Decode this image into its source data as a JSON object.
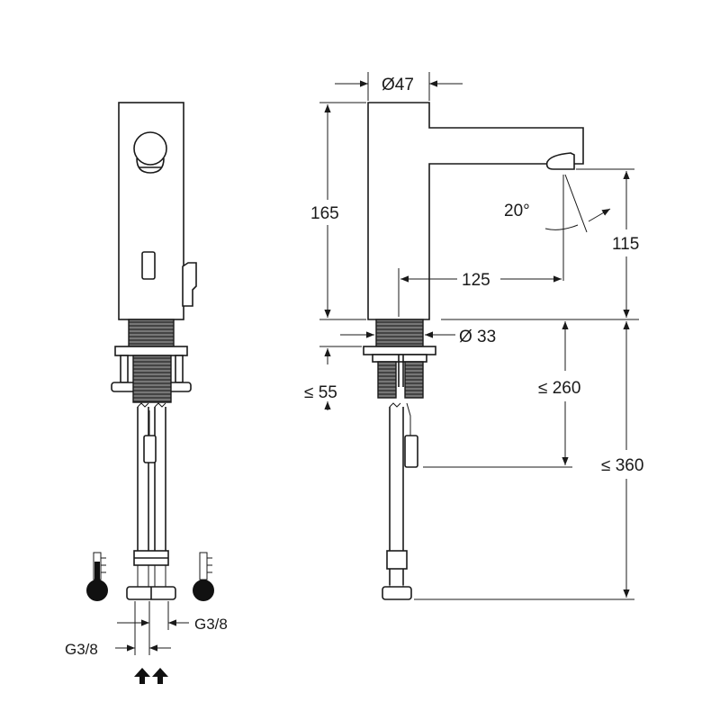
{
  "dimensions": {
    "spout_diameter": "Ø47",
    "body_height": "165",
    "spout_angle": "20°",
    "spout_reach": "125",
    "outlet_height": "115",
    "shank_diameter": "Ø 33",
    "counter_thickness": "≤ 55",
    "cable_length": "≤ 260",
    "hose_length": "≤ 360",
    "connection_left": "G3/8",
    "connection_right": "G3/8"
  }
}
